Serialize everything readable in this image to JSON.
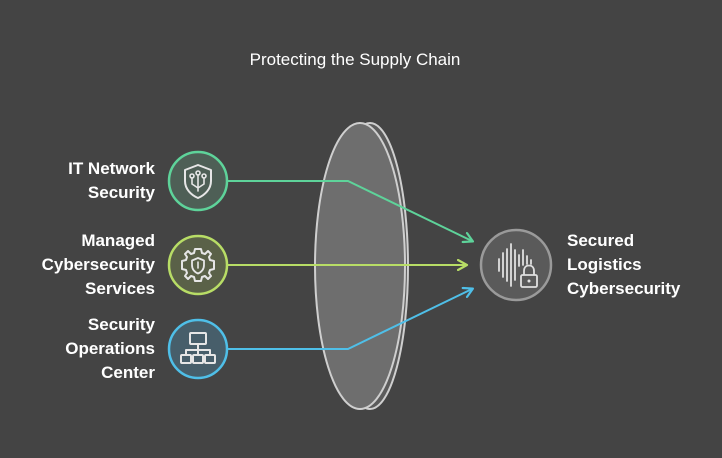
{
  "title": "Protecting the Supply Chain",
  "inputs": [
    {
      "lines": [
        "IT Network",
        "Security"
      ],
      "icon": "shield-circuit-icon",
      "color": "#5ed39a"
    },
    {
      "lines": [
        "Managed",
        "Cybersecurity",
        "Services"
      ],
      "icon": "gear-shield-icon",
      "color": "#b8dd66"
    },
    {
      "lines": [
        "Security",
        "Operations",
        "Center"
      ],
      "icon": "network-icon",
      "color": "#4fbfe8"
    }
  ],
  "output": {
    "lines": [
      "Secured",
      "Logistics",
      "Cybersecurity"
    ],
    "icon": "soundwave-lock-icon",
    "color": "#9a9a9a"
  },
  "colors": {
    "background": "#444444",
    "lens_fill": "#6e6e6e",
    "lens_stroke": "#cfcfcf"
  }
}
